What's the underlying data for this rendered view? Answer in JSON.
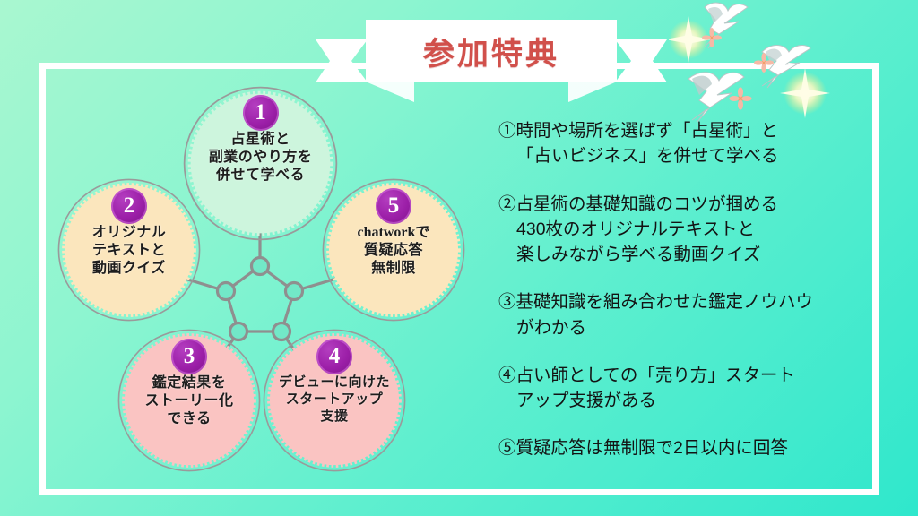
{
  "banner": {
    "title": "参加特典"
  },
  "colors": {
    "bg_from": "#a9f7d0",
    "bg_to": "#2fe7cc",
    "frame": "#ffffff",
    "title": "#d1504b",
    "badge": "#9c1fa8",
    "circle_mint": "#cdf5dd",
    "circle_cream": "#fbe6bd",
    "circle_pink": "#fac4c2",
    "connector": "#8f8f8f"
  },
  "diagram": {
    "nodes": [
      {
        "number": "1",
        "color_key": "circle_mint",
        "lines": [
          "占星術と",
          "副業のやり方を",
          "併せて学べる"
        ]
      },
      {
        "number": "2",
        "color_key": "circle_cream",
        "lines": [
          "オリジナル",
          "テキストと",
          "動画クイズ"
        ]
      },
      {
        "number": "3",
        "color_key": "circle_pink",
        "lines": [
          "鑑定結果を",
          "ストーリー化",
          "できる"
        ]
      },
      {
        "number": "4",
        "color_key": "circle_pink",
        "lines": [
          "デビューに向けた",
          "スタートアップ",
          "支援"
        ]
      },
      {
        "number": "5",
        "color_key": "circle_cream",
        "lines": [
          "chatworkで",
          "質疑応答",
          "無制限"
        ]
      }
    ]
  },
  "benefits": [
    {
      "lines": [
        "①時間や場所を選ばず「占星術」と",
        "「占いビジネス」を併せて学べる"
      ]
    },
    {
      "lines": [
        "②占星術の基礎知識のコツが掴める",
        "430枚のオリジナルテキストと",
        "楽しみながら学べる動画クイズ"
      ]
    },
    {
      "lines": [
        "③基礎知識を組み合わせた鑑定ノウハウ",
        "がわかる"
      ]
    },
    {
      "lines": [
        "④占い師としての「売り方」スタート",
        "アップ支援がある"
      ]
    },
    {
      "lines": [
        "⑤質疑応答は無制限で2日以内に回答"
      ]
    }
  ],
  "decoration": {
    "birds_icon": "swallow-birds",
    "sparkle_icon": "sparkle-star",
    "flower_icon": "blossom"
  }
}
